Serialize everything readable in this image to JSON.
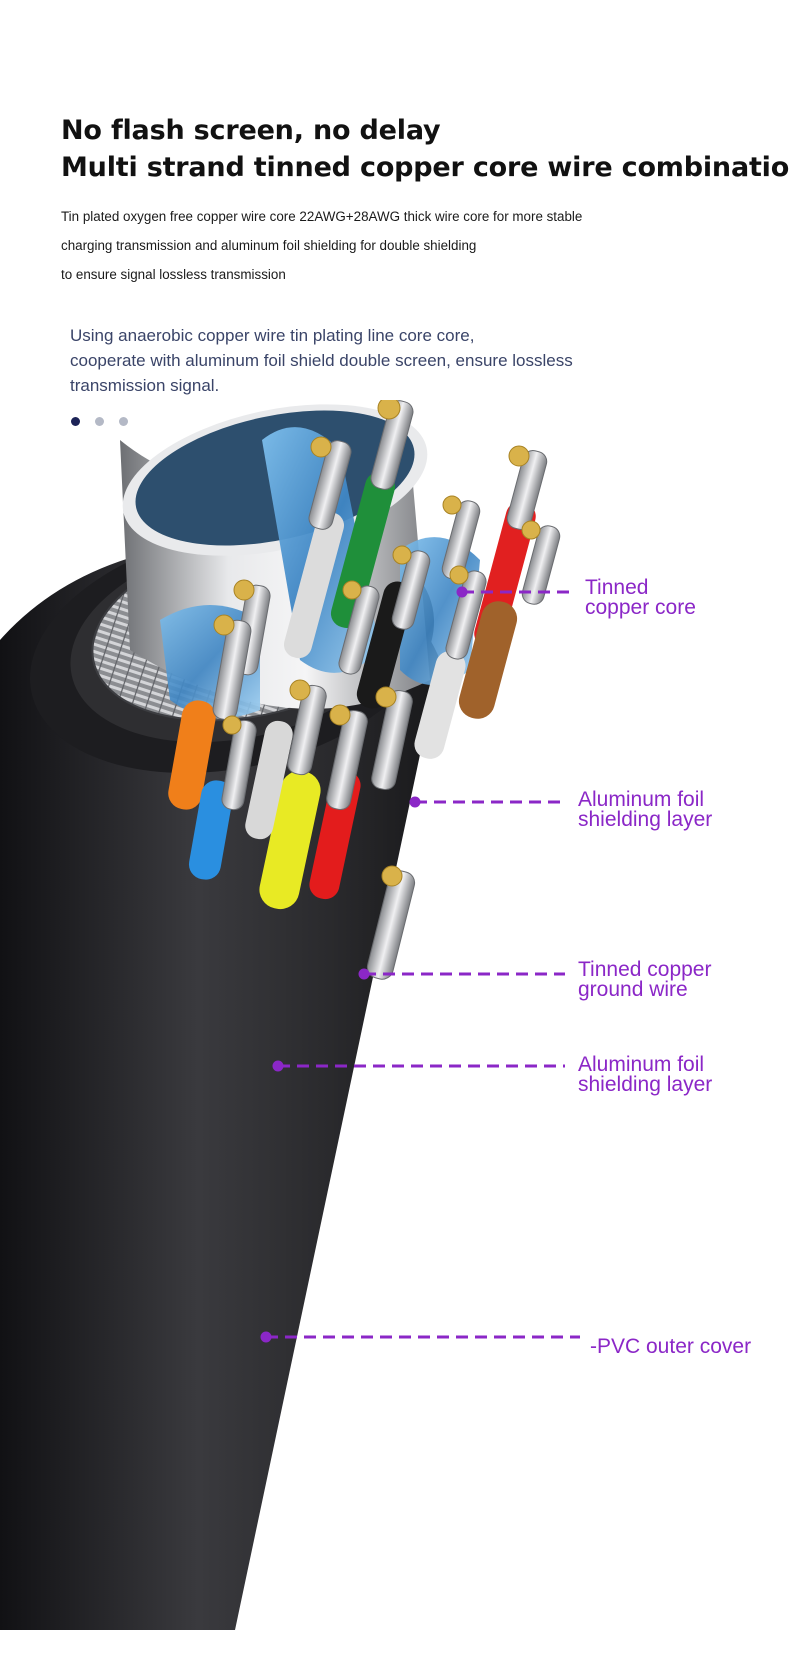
{
  "headline": {
    "line1": "No flash screen, no delay",
    "line2": "Multi strand tinned copper core wire combination"
  },
  "description": {
    "line1": "Tin plated oxygen free copper wire core 22AWG+28AWG thick wire core for more stable",
    "line2": "charging transmission and aluminum foil shielding for double shielding",
    "line3": "to ensure signal lossless transmission"
  },
  "subtext": {
    "line1": "Using anaerobic copper wire tin plating line core core,",
    "line2": "cooperate with aluminum foil shield double screen, ensure lossless",
    "line3": "transmission signal."
  },
  "carousel": {
    "count": 3,
    "active_index": 0
  },
  "callouts": [
    {
      "line1": "Tinned",
      "line2": "copper core"
    },
    {
      "line1": "Aluminum foil",
      "line2": "shielding layer"
    },
    {
      "line1": "Tinned copper",
      "line2": "ground wire"
    },
    {
      "line1": "Aluminum foil",
      "line2": "shielding layer"
    },
    {
      "line1": "-PVC outer cover"
    }
  ],
  "colors": {
    "heading": "#111111",
    "subtext": "#3a4468",
    "callout": "#8b27c7",
    "dot_active": "#1c2357",
    "dot_inactive": "#b4b9c6",
    "pvc_jacket": "#2b2b2e",
    "foil": "#5aa0d6"
  }
}
